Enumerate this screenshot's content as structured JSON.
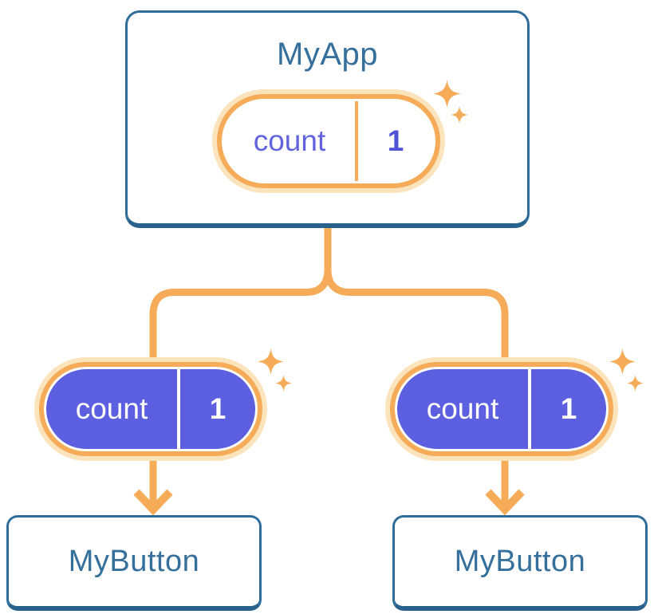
{
  "diagram": {
    "description": "Component tree passing shared state down from parent to children",
    "root_card": {
      "title": "MyApp",
      "state": {
        "key": "count",
        "value": "1"
      }
    },
    "child_cards": [
      {
        "title": "MyButton",
        "state": {
          "key": "count",
          "value": "1"
        }
      },
      {
        "title": "MyButton",
        "state": {
          "key": "count",
          "value": "1"
        }
      }
    ],
    "icons": {
      "sparkle_large": "four-point-star",
      "sparkle_small": "four-point-star-small"
    },
    "colors": {
      "card_border": "#2E6D9A",
      "card_border_bottom": "#28618C",
      "card_background": "#FFFFFF",
      "title_text": "#356F9B",
      "connector_orange": "#F5AB57",
      "pill_halo": "#FBE3BC",
      "pill_purple": "#5C5FE0",
      "pill_key_text_light": "#6164DE",
      "pill_value_text_light": "#5053D6",
      "pill_text_on_purple": "#FFFFFF"
    }
  }
}
